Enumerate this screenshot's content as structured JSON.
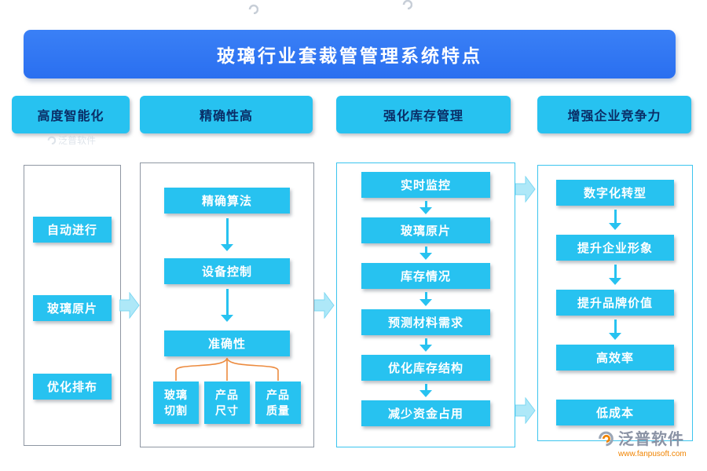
{
  "banner": {
    "title": "玻璃行业套裁管管理系统特点"
  },
  "headers": [
    "高度智能化",
    "精确性高",
    "强化库存管理",
    "增强企业竞争力"
  ],
  "col1": {
    "items": [
      "自动进行",
      "玻璃原片",
      "优化排布"
    ]
  },
  "col2": {
    "flow": [
      "精确算法",
      "设备控制",
      "准确性"
    ],
    "branches": [
      "玻璃\n切割",
      "产品\n尺寸",
      "产品\n质量"
    ]
  },
  "col3": {
    "items": [
      "实时监控",
      "玻璃原片",
      "库存情况",
      "预测材料需求",
      "优化库存结构",
      "减少资金占用"
    ]
  },
  "col4": {
    "items": [
      "数字化转型",
      "提升企业形象",
      "提升品牌价值",
      "高效率",
      "低成本"
    ]
  },
  "footer": {
    "brand": "泛普软件",
    "url": "www.fanpusoft.com"
  },
  "watermark": {
    "text": "泛普软件"
  },
  "colors": {
    "banner_blue": "#2d74f3",
    "box_cyan": "#27c2f0",
    "header_text_navy": "#0a2d66",
    "connector_orange": "#ec8b3f",
    "brand_orange": "#f08300",
    "brand_gray": "#8b93a5",
    "panel_border_gray": "#8f97a3",
    "panel_border_cyan": "#3cc5ee"
  }
}
